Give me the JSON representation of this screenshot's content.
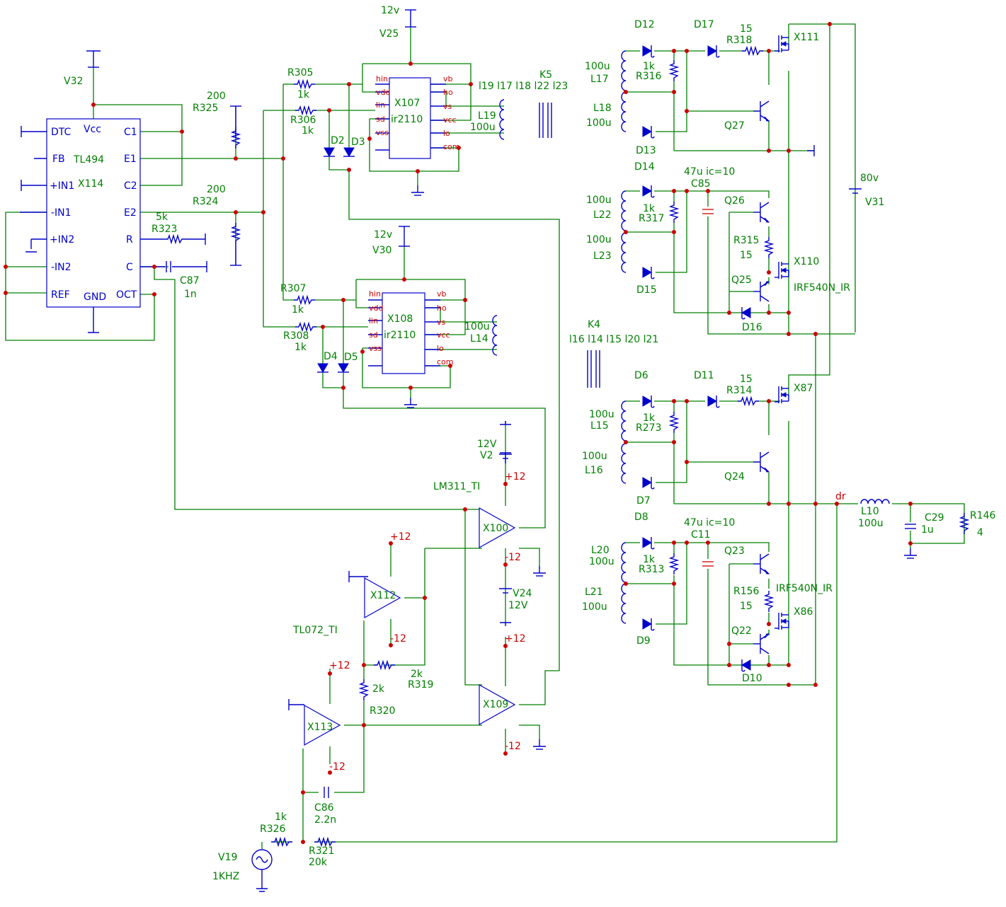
{
  "labels": {
    "tl494_pins": [
      "DTC",
      "Vcc",
      "C1",
      "FB",
      "TL494",
      "E1",
      "+IN1",
      "X114",
      "C2",
      "-IN1",
      "E2",
      "+IN2",
      "R",
      "-IN2",
      "C",
      "REF",
      "GND",
      "OCT"
    ],
    "tl494_side": [
      "V32",
      "200",
      "R325",
      "200",
      "R324",
      "5k",
      "R323",
      "C87",
      "1n"
    ],
    "driver1": [
      "12v",
      "V25",
      "R305",
      "1k",
      "R306",
      "1k",
      "X107",
      "ir2110",
      "D2",
      "D3",
      "L19",
      "100u",
      "l19 l17 l18 l22 l23",
      "K5"
    ],
    "driver2": [
      "12v",
      "V30",
      "R307",
      "1k",
      "R308",
      "1k",
      "X108",
      "ir2110",
      "D4",
      "D5",
      "100u",
      "L14",
      "K4",
      "l16 l14 l15 l20 l21"
    ],
    "ir_pins": [
      "hin",
      "vdd",
      "lin",
      "sd",
      "vss",
      "vb",
      "ho",
      "vs",
      "vcc",
      "lo",
      "com"
    ],
    "comparators": [
      "LM311_TI",
      "12V",
      "V2",
      "+12",
      "X100",
      "-12",
      "V24",
      "12V",
      "+12",
      "X109",
      "-12"
    ],
    "opamps": [
      "+12",
      "X112",
      "-12",
      "TL072_TI",
      "2k",
      "R319",
      "2k",
      "R320",
      "+12",
      "X113",
      "-12",
      "C86",
      "2.2n"
    ],
    "source": [
      "1k",
      "R326",
      "R321",
      "20k",
      "V19",
      "1KHZ"
    ],
    "bridge_top": [
      "D12",
      "D17",
      "15",
      "R318",
      "X111",
      "100u",
      "L17",
      "1k",
      "R316",
      "L18",
      "100u",
      "Q27",
      "D13",
      "D14",
      "47u ic=10",
      "C85",
      "100u",
      "L22",
      "1k",
      "R317",
      "Q26",
      "R315",
      "15",
      "X110",
      "100u",
      "L23",
      "Q25",
      "IRF540N_IR",
      "D15",
      "D16",
      "80v",
      "V31"
    ],
    "bridge_bottom": [
      "D6",
      "D11",
      "15",
      "R314",
      "X87",
      "100u",
      "L15",
      "1k",
      "R273",
      "100u",
      "L16",
      "Q24",
      "D7",
      "dr",
      "L10",
      "100u",
      "C29",
      "1u",
      "R146",
      "4",
      "D8",
      "47u ic=10",
      "C11",
      "L20",
      "100u",
      "1k",
      "R313",
      "Q23",
      "R156",
      "15",
      "IRF540N_IR",
      "X86",
      "L21",
      "100u",
      "Q22",
      "D9",
      "D10"
    ]
  }
}
